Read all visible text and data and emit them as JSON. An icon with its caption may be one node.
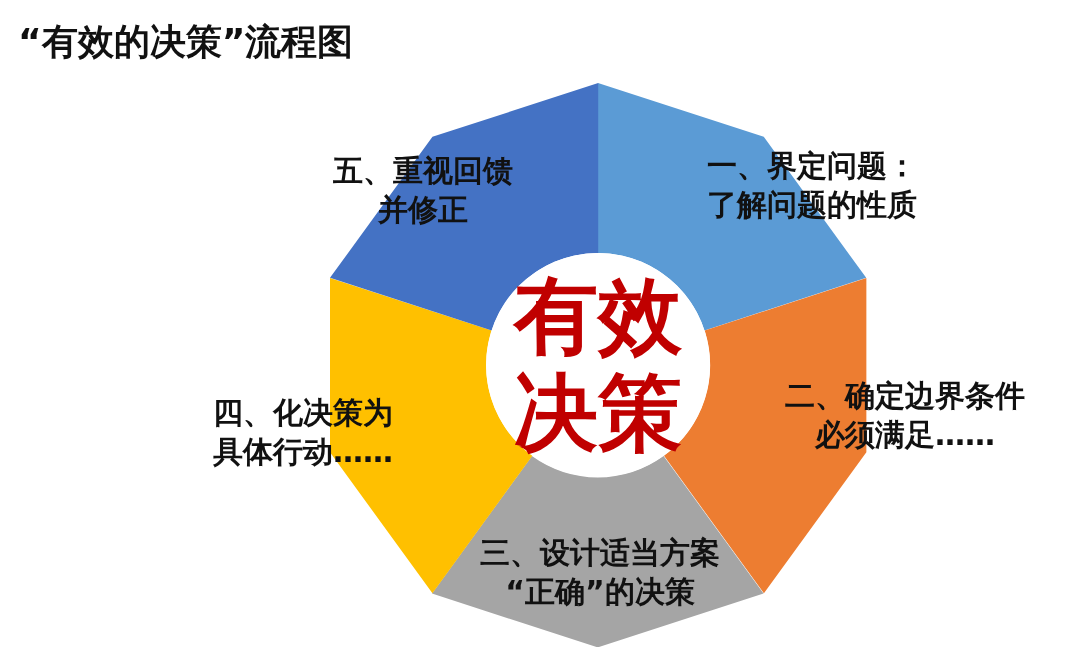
{
  "diagram": {
    "title": "“有效的决策”流程图",
    "nodes": [
      {
        "text": [
          "一、界定问题：了解问题的性质"
        ]
      },
      {
        "text": [
          "二、确定边界条件必须满足……"
        ]
      },
      {
        "text": [
          "三、设计适当方案“正确”的决策"
        ]
      },
      {
        "text": [
          "四、化决策为具体行动……"
        ]
      },
      {
        "text": [
          "五、重视回馈并修正"
        ]
      },
      {
        "text": [
          "有效决策"
        ]
      }
    ]
  }
}
